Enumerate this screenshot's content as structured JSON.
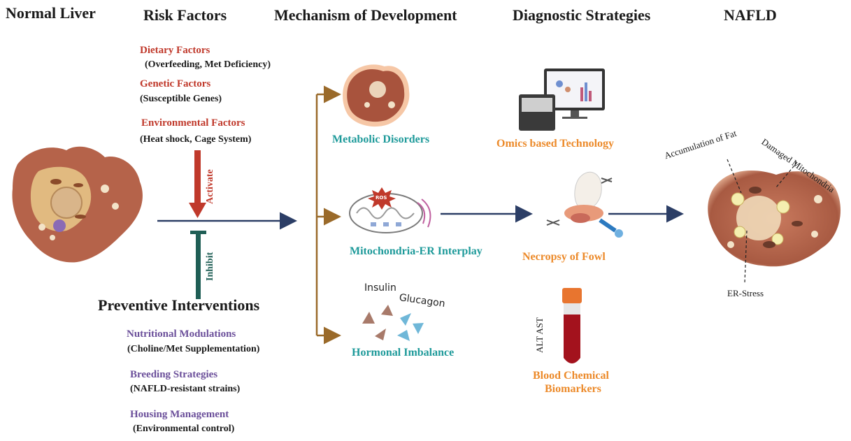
{
  "headers": {
    "normal_liver": "Normal Liver",
    "risk_factors": "Risk Factors",
    "mechanism": "Mechanism of Development",
    "diagnostic": "Diagnostic Strategies",
    "nafld": "NAFLD"
  },
  "risk_factors": [
    {
      "title": "Dietary Factors",
      "detail": "(Overfeeding, Met Deficiency)"
    },
    {
      "title": "Genetic Factors",
      "detail": "(Susceptible Genes)"
    },
    {
      "title": "Environmental Factors",
      "detail": "(Heat shock, Cage System)"
    }
  ],
  "arrows": {
    "activate": "Activate",
    "inhibit": "Inhibit"
  },
  "preventive": {
    "title": "Preventive Interventions",
    "items": [
      {
        "title": "Nutritional Modulations",
        "detail": "(Choline/Met Supplementation)"
      },
      {
        "title": "Breeding Strategies",
        "detail": "(NAFLD-resistant strains)"
      },
      {
        "title": "Housing Management",
        "detail": "(Environmental control)"
      }
    ]
  },
  "mechanisms": [
    {
      "label": "Metabolic Disorders"
    },
    {
      "label": "Mitochondria-ER Interplay",
      "badge": "ROS"
    },
    {
      "label": "Hormonal Imbalance",
      "hormone_1": "Insulin",
      "hormone_2": "Glucagon"
    }
  ],
  "diagnostics": [
    {
      "label": "Omics based Technology"
    },
    {
      "label": "Necropsy of Fowl"
    },
    {
      "label_line1": "Blood Chemical",
      "label_line2": "Biomarkers",
      "tube_text": "ALT AST"
    }
  ],
  "nafld_labels": {
    "fat": "Accumulation of Fat",
    "mito": "Damaged Mitochondria",
    "er": "ER-Stress"
  },
  "colors": {
    "risk": "#c0392b",
    "mechanism": "#1e9a9a",
    "diagnostic": "#ec8a2a",
    "preventive": "#6b4f9a",
    "arrow_navy": "#2c3e66",
    "arrow_brown": "#9a6a2a",
    "inhibit_green": "#1f5e55",
    "liver": "#b5634a"
  }
}
